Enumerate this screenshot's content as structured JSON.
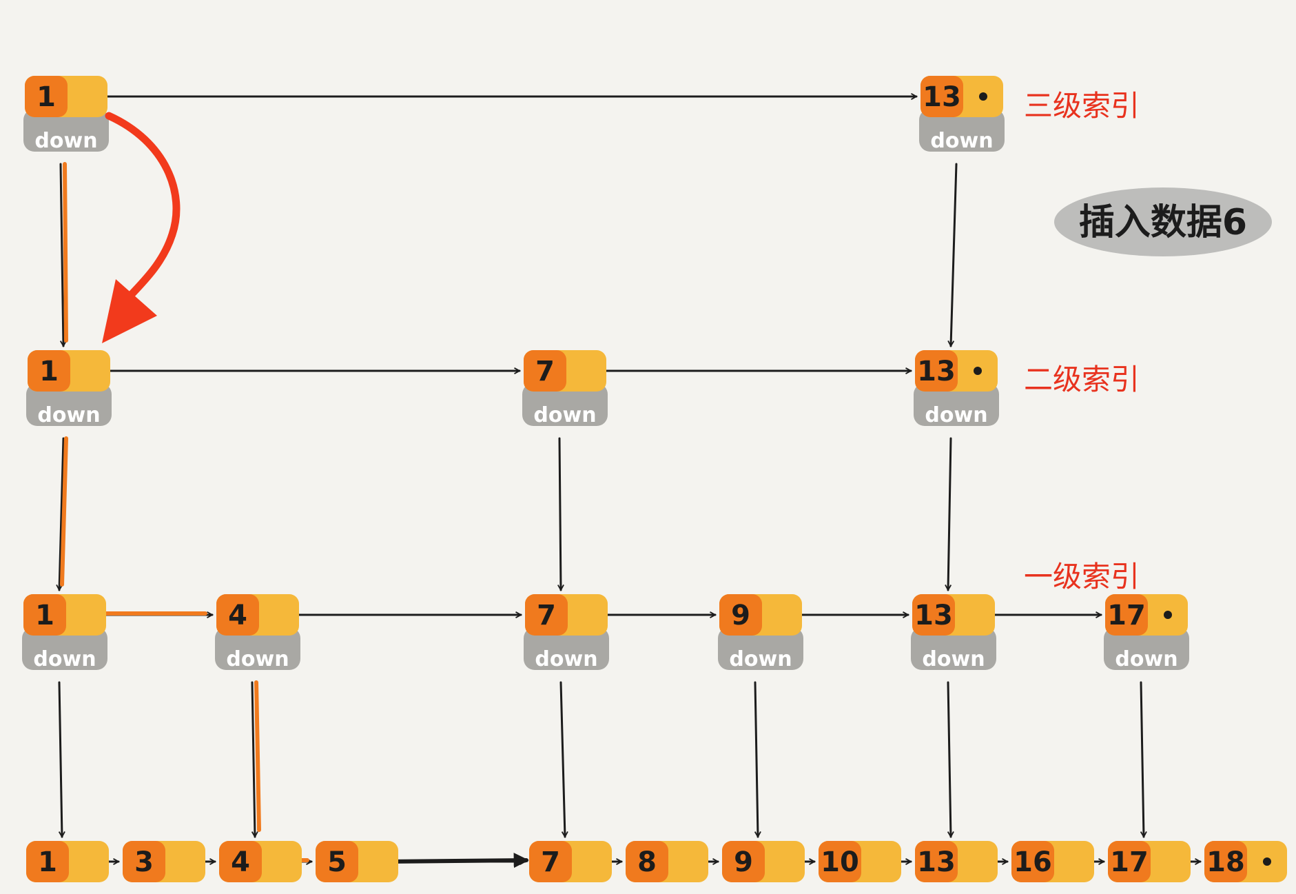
{
  "badge": "插入数据6",
  "down_label": "down",
  "levels": [
    {
      "label": "三级索引",
      "nodes": [
        {
          "key": "1",
          "has_next": true
        },
        {
          "key": "13",
          "has_next": false
        }
      ]
    },
    {
      "label": "二级索引",
      "nodes": [
        {
          "key": "1",
          "has_next": true
        },
        {
          "key": "7",
          "has_next": true
        },
        {
          "key": "13",
          "has_next": false
        }
      ]
    },
    {
      "label": "一级索引",
      "nodes": [
        {
          "key": "1",
          "has_next": true
        },
        {
          "key": "4",
          "has_next": true
        },
        {
          "key": "7",
          "has_next": true
        },
        {
          "key": "9",
          "has_next": true
        },
        {
          "key": "13",
          "has_next": true
        },
        {
          "key": "17",
          "has_next": false
        }
      ]
    },
    {
      "label": "",
      "nodes": [
        {
          "key": "1",
          "has_next": true
        },
        {
          "key": "3",
          "has_next": true
        },
        {
          "key": "4",
          "has_next": true
        },
        {
          "key": "5",
          "has_next": true
        },
        {
          "key": "7",
          "has_next": true
        },
        {
          "key": "8",
          "has_next": true
        },
        {
          "key": "9",
          "has_next": true
        },
        {
          "key": "10",
          "has_next": true
        },
        {
          "key": "13",
          "has_next": true
        },
        {
          "key": "16",
          "has_next": true
        },
        {
          "key": "17",
          "has_next": true
        },
        {
          "key": "18",
          "has_next": false
        }
      ]
    }
  ],
  "search_path": [
    "1 (三级索引)",
    "1 (二级索引)",
    "1 (一级索引)",
    "4 (一级索引)",
    "4",
    "5"
  ],
  "colors": {
    "key_cell": "#f07a1e",
    "next_cell": "#f5b83a",
    "down_cell": "#a9a8a4",
    "arrow": "#1c1c1c",
    "path": "#f07a1e",
    "jump_arrow": "#f23a1c",
    "label": "#e8321e",
    "badge": "#bdbdbb"
  }
}
